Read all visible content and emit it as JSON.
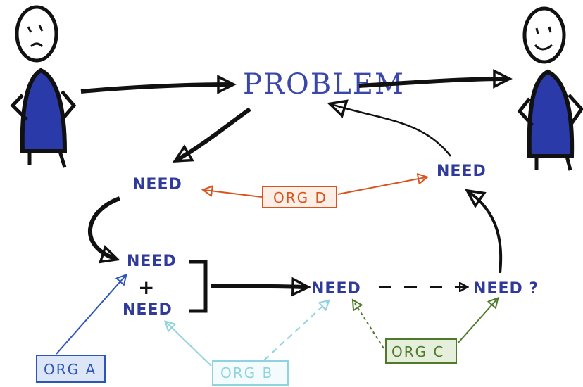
{
  "problem": "PROBLEM",
  "needs": {
    "top_left": "NEED",
    "top_right": "NEED",
    "mid_upper": "NEED",
    "plus": "+",
    "mid_lower": "NEED",
    "center": "NEED",
    "right": "NEED ?"
  },
  "orgs": {
    "a": {
      "label": "ORG A",
      "color": "#2c55b8"
    },
    "b": {
      "label": "ORG B",
      "color": "#8fd3df"
    },
    "c": {
      "label": "ORG C",
      "color": "#4f7a2c"
    },
    "d": {
      "label": "ORG D",
      "color": "#d9531e"
    }
  },
  "figures": {
    "left": {
      "expression": "sad",
      "body_color": "#2a3aa8"
    },
    "right": {
      "expression": "smiling",
      "body_color": "#2a3aa8"
    }
  }
}
